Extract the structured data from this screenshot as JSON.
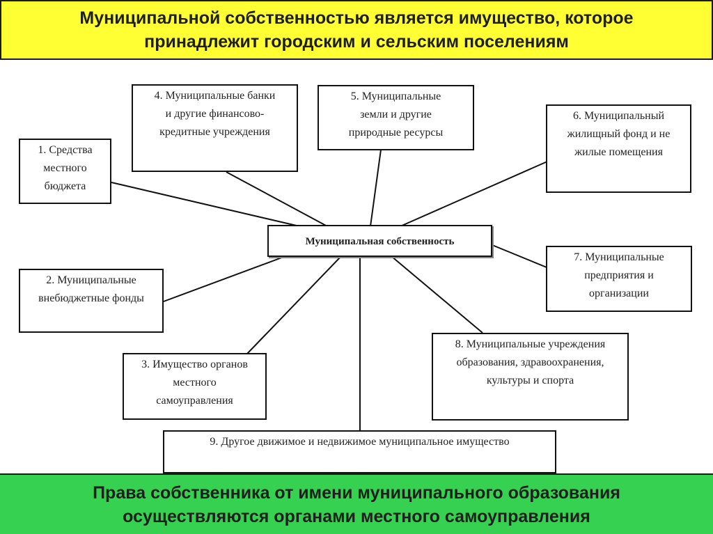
{
  "header": {
    "line1": "Муниципальной собственностью является имущество, которое",
    "line2": "принадлежит городским и сельским поселениям"
  },
  "center": "Муниципальная собственность",
  "items": [
    {
      "lines": [
        "1. Средства",
        "местного",
        "бюджета"
      ]
    },
    {
      "lines": [
        "2. Муниципальные",
        "внебюджетные фонды"
      ]
    },
    {
      "lines": [
        "3. Имущество органов",
        "местного",
        "самоуправления"
      ]
    },
    {
      "lines": [
        "4. Муниципальные банки",
        "и другие финансово-",
        "кредитные учреждения"
      ]
    },
    {
      "lines": [
        "5. Муниципальные",
        "земли и другие",
        "природные ресурсы"
      ]
    },
    {
      "lines": [
        "6. Муниципальный",
        "жилищный фонд и не",
        "жилые помещения"
      ]
    },
    {
      "lines": [
        "7. Муниципальные",
        "предприятия и",
        "организации"
      ]
    },
    {
      "lines": [
        "8. Муниципальные учреждения",
        "образования, здравоохранения,",
        "культуры и спорта"
      ]
    },
    {
      "lines": [
        "9. Другое движимое и недвижимое муниципальное имущество"
      ]
    }
  ],
  "footer": {
    "line1": "Права собственника от имени муниципального образования",
    "line2": "осуществляются органами местного самоуправления"
  }
}
